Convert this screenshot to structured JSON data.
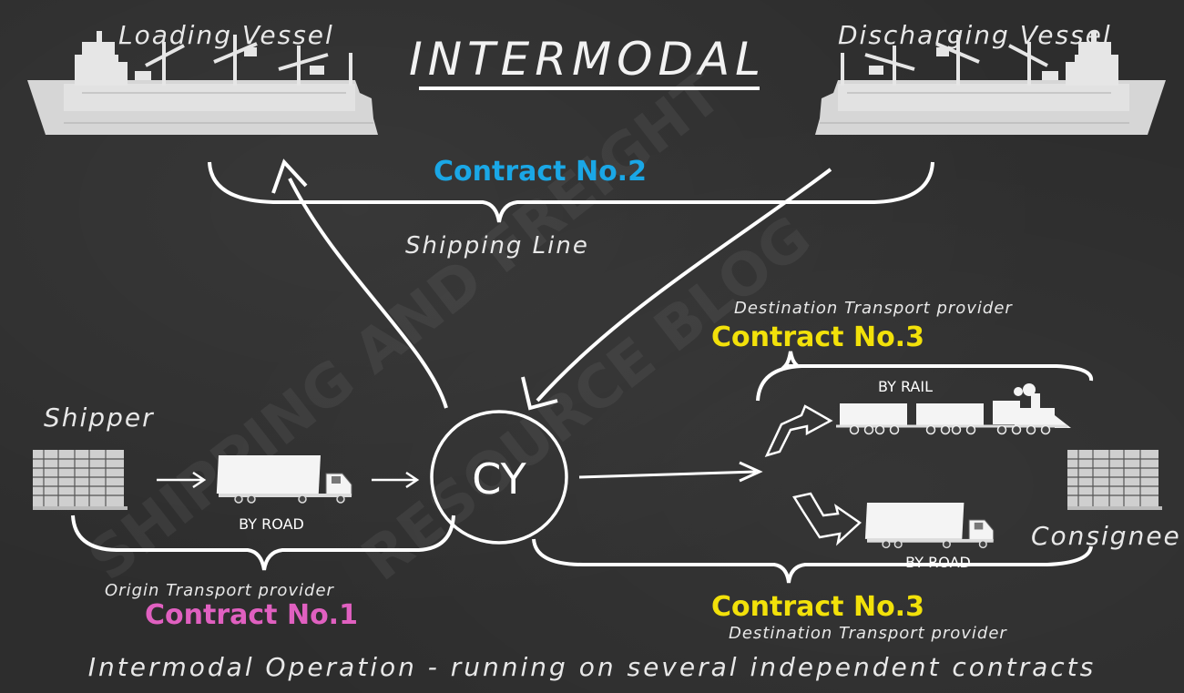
{
  "title": "INTERMODAL",
  "loading_vessel": "Loading Vessel",
  "discharging_vessel": "Discharging Vessel",
  "contract_2": {
    "label": "Contract No.2",
    "provider": "Shipping Line",
    "color": "#1aa7e6"
  },
  "contract_1": {
    "label": "Contract No.1",
    "provider": "Origin Transport provider",
    "color": "#e060c0"
  },
  "contract_3_rail": {
    "label": "Contract No.3",
    "provider": "Destination Transport provider",
    "color": "#f2e10a"
  },
  "contract_3_road": {
    "label": "Contract No.3",
    "provider": "Destination Transport provider",
    "color": "#f2e10a"
  },
  "shipper": "Shipper",
  "consignee": "Consignee",
  "cy": "CY",
  "by_road_origin": "BY ROAD",
  "by_rail": "BY RAIL",
  "by_road_dest": "BY ROAD",
  "footer": "Intermodal Operation - running on several independent contracts",
  "watermark": [
    "SHIPPING AND FREIGHT",
    "RESOURCE BLOG"
  ]
}
